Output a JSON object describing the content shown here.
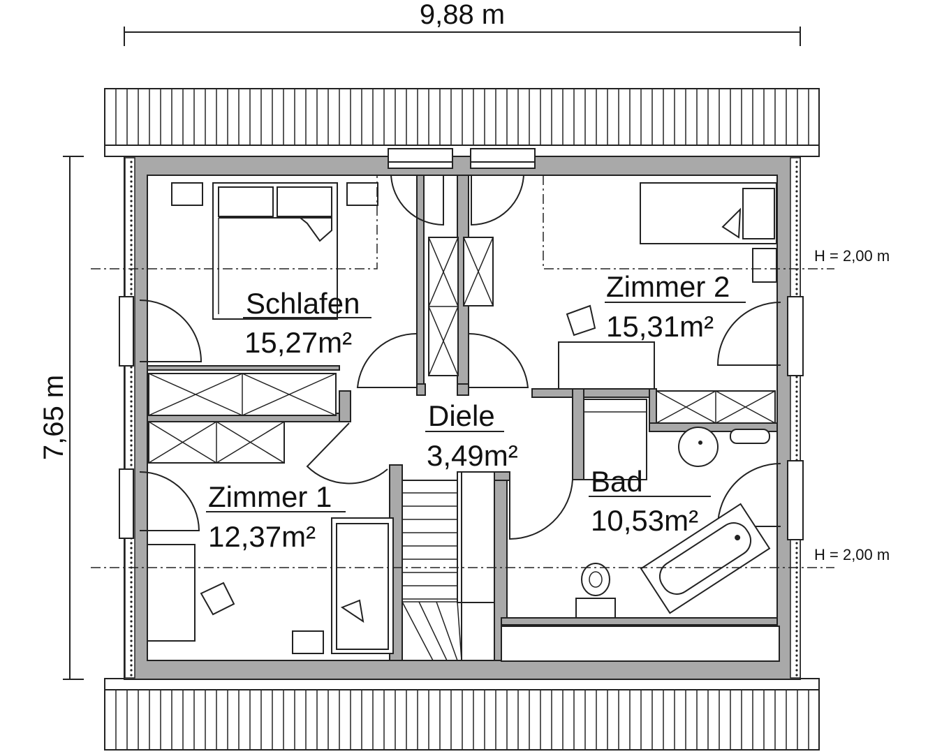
{
  "dimensions": {
    "width": "9,88 m",
    "height": "7,65 m"
  },
  "height_markers": {
    "upper": "H = 2,00 m",
    "lower": "H = 2,00 m"
  },
  "rooms": {
    "schlafen": {
      "name": "Schlafen",
      "area": "15,27m²"
    },
    "zimmer2": {
      "name": "Zimmer 2",
      "area": "15,31m²"
    },
    "diele": {
      "name": "Diele",
      "area": "3,49m²"
    },
    "zimmer1": {
      "name": "Zimmer 1",
      "area": "12,37m²"
    },
    "bad": {
      "name": "Bad",
      "area": "10,53m²"
    }
  }
}
